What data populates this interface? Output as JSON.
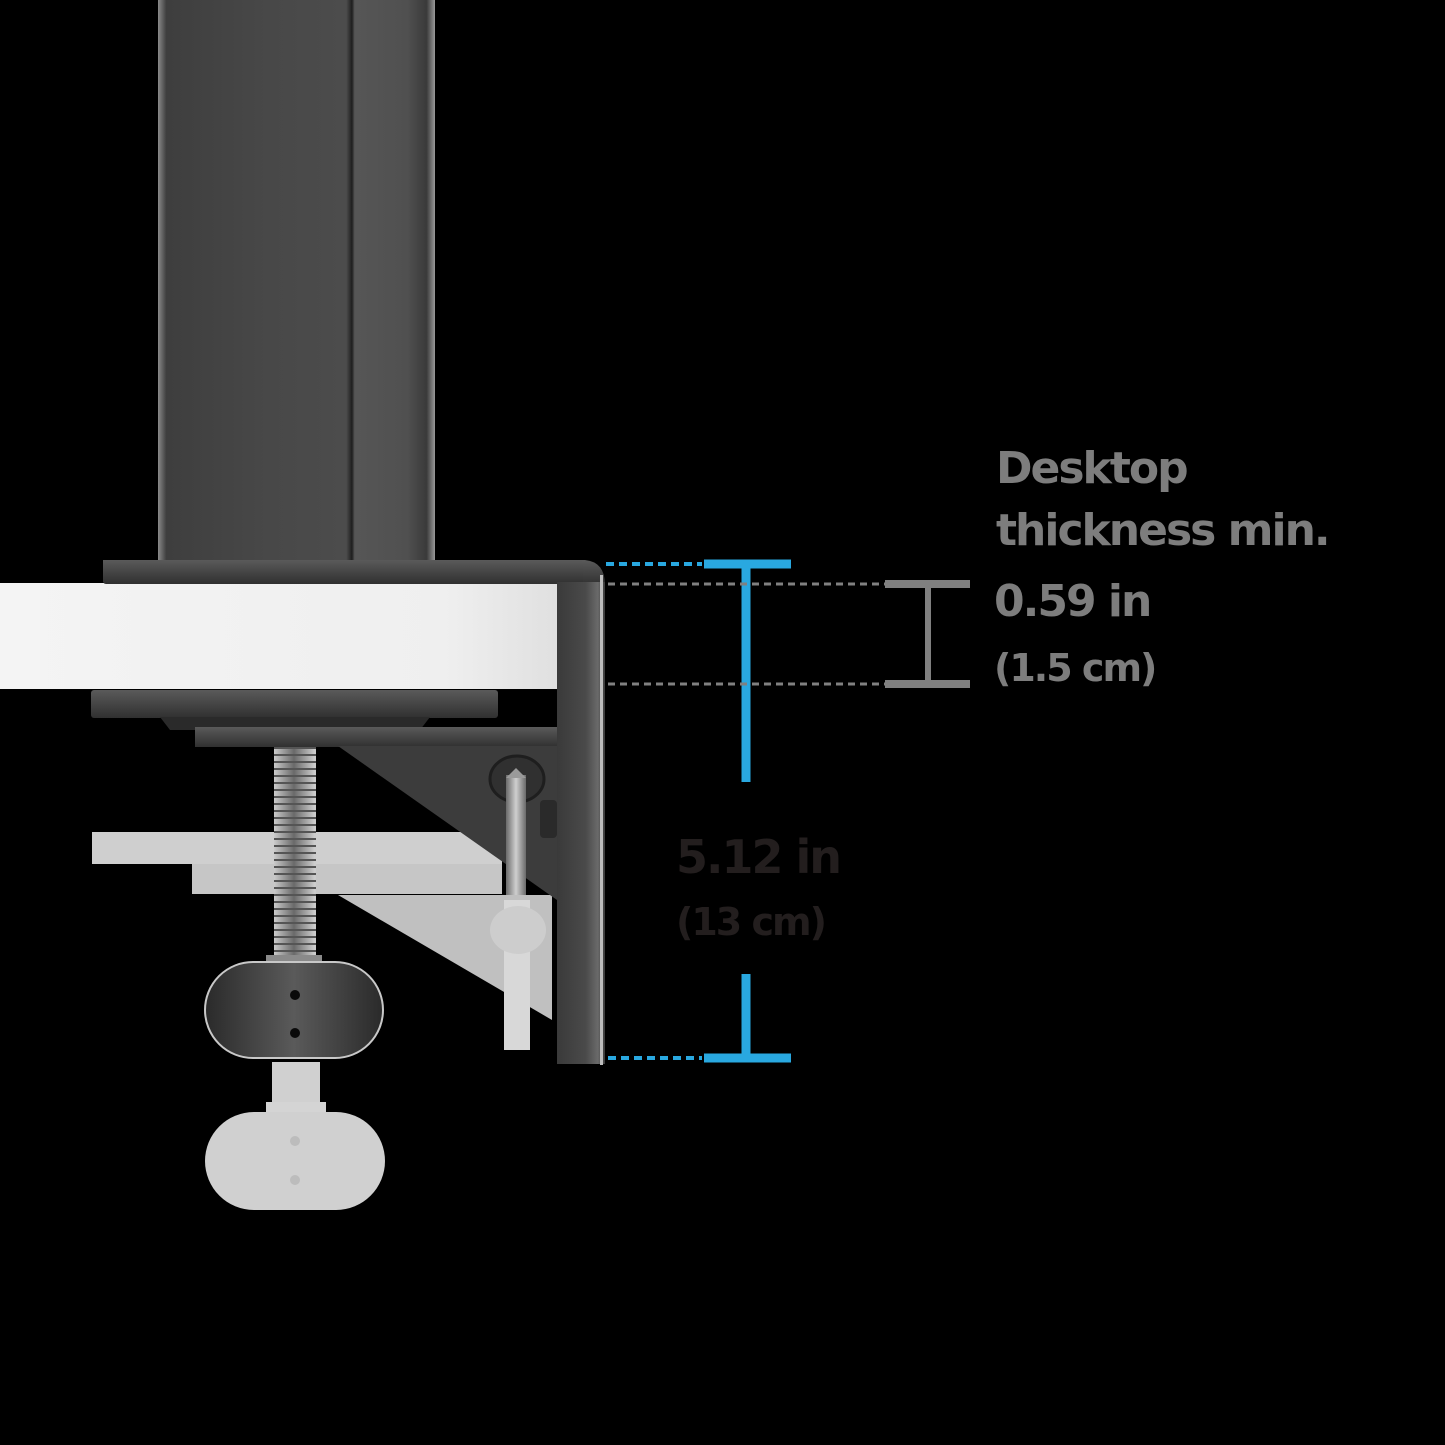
{
  "diagram": {
    "subject": "Monitor mount desk clamp dimensions",
    "background": "#000000",
    "colors": {
      "max_dimension_line": "#29a8e0",
      "min_dimension_line": "#808080",
      "max_label": "#231e1e",
      "min_label": "#7d7d7d",
      "pole": "#4a4a4a",
      "desk": "#f0f0f0",
      "ghost_parts": "#c8c8c8"
    },
    "min_thickness": {
      "title_line1": "Desktop",
      "title_line2": "thickness min.",
      "value_in": "0.59 in",
      "value_cm": "(1.5 cm)"
    },
    "max_thickness": {
      "value_in": "5.12 in",
      "value_cm": "(13 cm)"
    }
  }
}
